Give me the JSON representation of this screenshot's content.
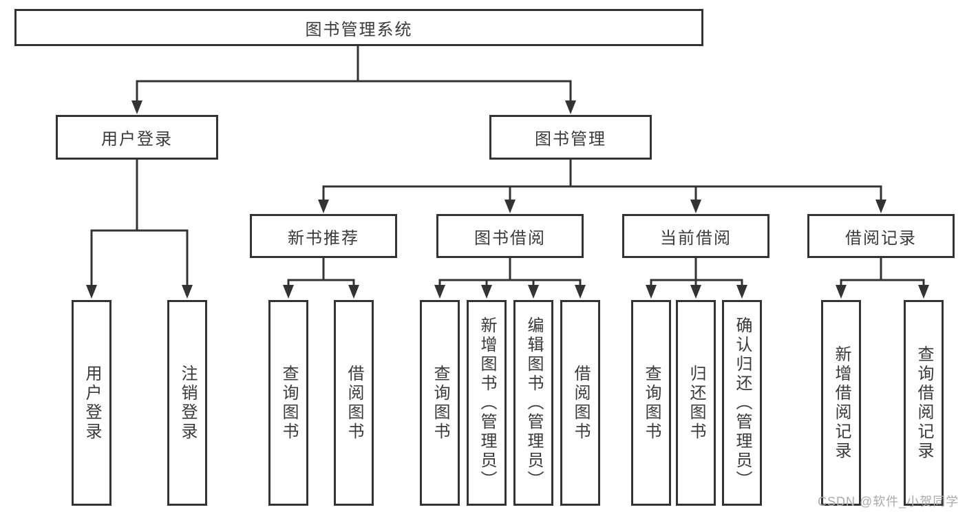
{
  "tree": {
    "label": "图书管理系统",
    "children": [
      {
        "label": "用户登录",
        "children": [
          {
            "label": "用户登录"
          },
          {
            "label": "注销登录"
          }
        ]
      },
      {
        "label": "图书管理",
        "children": [
          {
            "label": "新书推荐",
            "children": [
              {
                "label": "查询图书"
              },
              {
                "label": "借阅图书"
              }
            ]
          },
          {
            "label": "图书借阅",
            "children": [
              {
                "label": "查询图书"
              },
              {
                "label": "新增图书（管理员）"
              },
              {
                "label": "编辑图书（管理员）"
              },
              {
                "label": "借阅图书"
              }
            ]
          },
          {
            "label": "当前借阅",
            "children": [
              {
                "label": "查询图书"
              },
              {
                "label": "归还图书"
              },
              {
                "label": "确认归还（管理员）"
              }
            ]
          },
          {
            "label": "借阅记录",
            "children": [
              {
                "label": "新增借阅记录"
              },
              {
                "label": "查询借阅记录"
              }
            ]
          }
        ]
      }
    ]
  },
  "watermark": "CSDN @软件_小贺同学",
  "colors": {
    "line": "#333333",
    "text": "#3a3a3a",
    "watermark": "#ababab",
    "background": "#ffffff"
  }
}
